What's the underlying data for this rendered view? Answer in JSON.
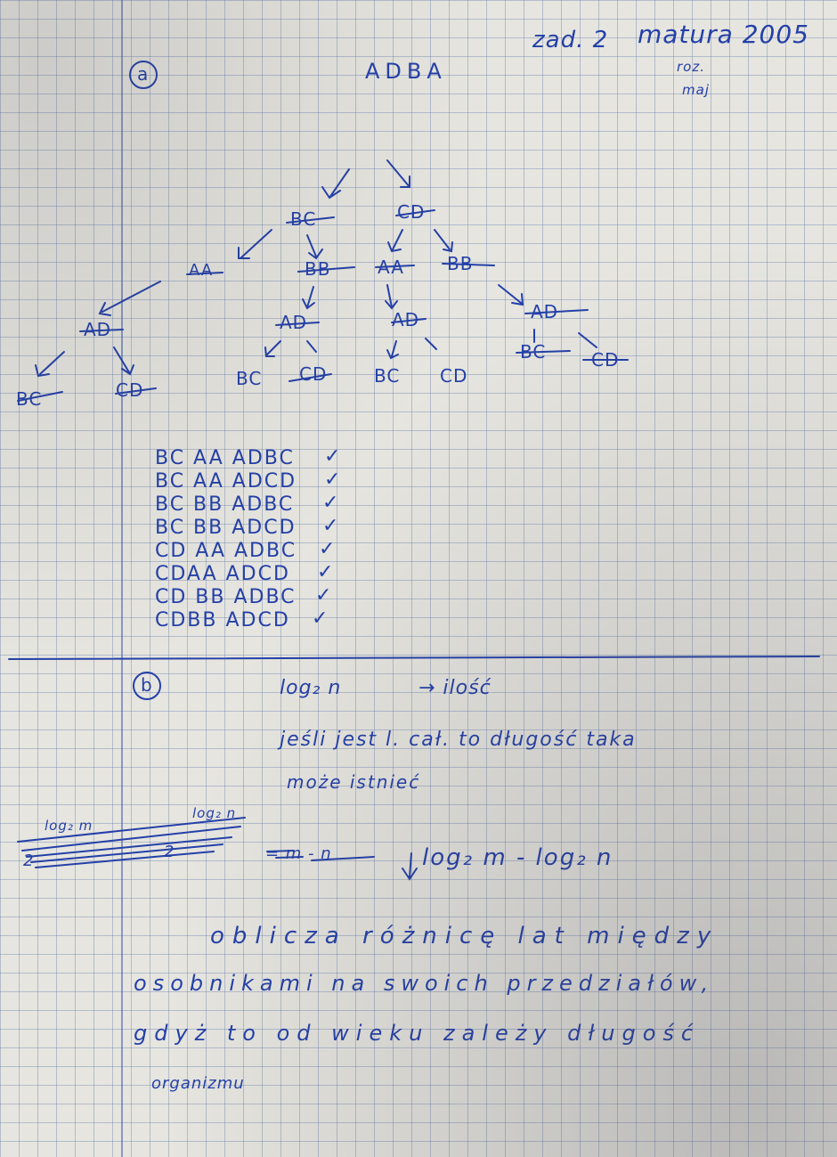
{
  "header": {
    "task": "zad. 2",
    "exam": "matura 2005",
    "note_line1": "roz.",
    "note_line2": "maj"
  },
  "part_a": {
    "label": "a",
    "root": "ADBA",
    "tree": {
      "n1": "BC",
      "n2": "CD",
      "n3": "AA",
      "n4": "BB",
      "n5": "AA",
      "n6": "BB",
      "n7": "AD",
      "n8": "AD",
      "n9": "AD",
      "n10": "AD",
      "n11": "BC",
      "n12": "CD",
      "n13": "BC",
      "n14": "CD",
      "n15": "BC",
      "n16": "CD",
      "n17": "BC",
      "n18": "CD"
    },
    "results": [
      "BC AA ADBC",
      "BC AA ADCD",
      "BC BB ADBC",
      "BC BB ADCD",
      "CD AA ADBC",
      "CDAA ADCD",
      "CD BB ADBC",
      "CDBB ADCD"
    ],
    "check": "✓"
  },
  "part_b": {
    "label": "b",
    "line1_left": "log₂ n",
    "line1_right": "→ ilość",
    "line2": "jeśli jest l. cał. to długość taka",
    "line3": "może istnieć",
    "formula_left": "log₂ m",
    "formula_left2": "log₂ n",
    "formula_den1": "2",
    "formula_den2": "2",
    "formula_mid": "= m - n",
    "formula": "log₂ m - log₂ n",
    "text1": "oblicza różnicę lat między",
    "text2": "osobnikami na swoich przedziałów,",
    "text3": "gdyż to od wieku zależy długość",
    "text4": "organizmu"
  }
}
